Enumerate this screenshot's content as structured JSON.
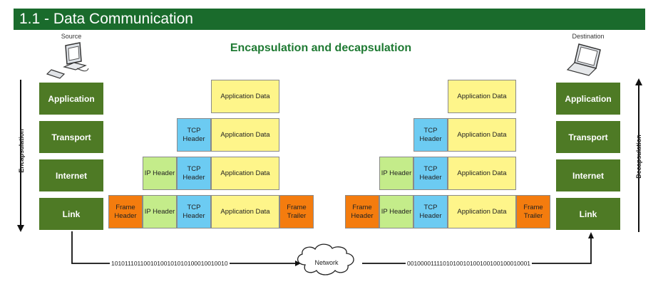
{
  "title": "1.1 - Data Communication",
  "heading": "Encapsulation and decapsulation",
  "source_label": "Source",
  "destination_label": "Destination",
  "encapsulation_label": "Encapsulation",
  "decapsulation_label": "Decapsulation",
  "layers": [
    "Application",
    "Transport",
    "Internet",
    "Link"
  ],
  "cells": {
    "app_data": "Application Data",
    "tcp_header": "TCP Header",
    "ip_header": "IP Header",
    "frame_header": "Frame Header",
    "frame_trailer": "Frame Trailer"
  },
  "network_label": "Network",
  "left_bits": "10101110110010100101010100010010010",
  "right_bits": "0010000111101010010100100100100010001",
  "colors": {
    "title_bar": "#1a6b2c",
    "layer_box": "#4e7a25",
    "application_data": "#fef58a",
    "tcp_header": "#6ccbf2",
    "ip_header": "#c4ec8a",
    "frame": "#f47c0e"
  }
}
